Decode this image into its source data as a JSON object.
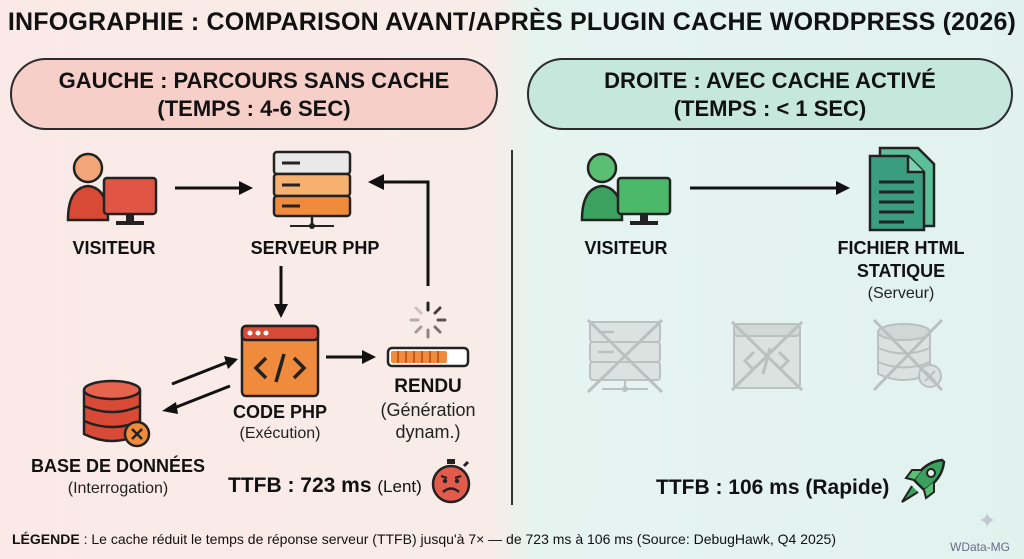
{
  "title": "INFOGRAPHIE : COMPARISON AVANT/APRÈS PLUGIN CACHE WORDPRESS (2026)",
  "left": {
    "header_line1": "GAUCHE : PARCOURS SANS CACHE",
    "header_line2": "(TEMPS : 4-6 SEC)",
    "visitor": "VISITEUR",
    "server": "SERVEUR PHP",
    "code": "CODE PHP",
    "code_sub": "(Exécution)",
    "render": "RENDU",
    "render_sub1": "(Génération",
    "render_sub2": "dynam.)",
    "db": "BASE DE DONNÉES",
    "db_sub": "(Interrogation)",
    "ttfb_label": "TTFB : 723 ms",
    "ttfb_note": "(Lent)"
  },
  "right": {
    "header_line1": "DROITE : AVEC CACHE ACTIVÉ",
    "header_line2": "(TEMPS : < 1 SEC)",
    "visitor": "VISITEUR",
    "file_line1": "FICHIER HTML",
    "file_line2": "STATIQUE",
    "file_sub": "(Serveur)",
    "ttfb_label": "TTFB : 106 ms (Rapide)"
  },
  "legend": {
    "label": "LÉGENDE",
    "text": " : Le cache réduit le temps de réponse serveur (TTFB) jusqu'à 7× — de 723 ms à 106 ms (Source: DebugHawk, Q4 2025)"
  },
  "watermark": "WData-MG",
  "icons": {
    "left": [
      "visitor-icon",
      "server-icon",
      "code-icon",
      "loading-icon",
      "database-icon",
      "sad-timer-icon"
    ],
    "right": [
      "visitor-icon",
      "html-file-icon",
      "server-disabled-icon",
      "code-disabled-icon",
      "database-disabled-icon",
      "rocket-icon"
    ]
  },
  "colors": {
    "left_bg": "#fbe9e7",
    "right_bg": "#e1f2ee",
    "left_pill": "#f6cfc9",
    "right_pill": "#c6e8dc",
    "orange": "#f08a3c",
    "red": "#d94a36",
    "green": "#3aa15e",
    "teal": "#3a9e7e",
    "gray": "#c9ccc9"
  }
}
